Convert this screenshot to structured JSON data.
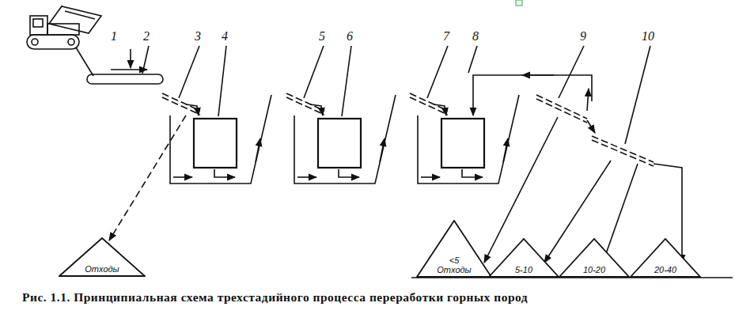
{
  "diagram": {
    "caption": "Рис. 1.1. Принципиальная схема трехстадийного процесса переработки горных пород",
    "nodes": [
      {
        "text": [
          "Отходы"
        ]
      },
      {
        "text": [
          "<5 Отходы"
        ]
      },
      {
        "text": [
          "5-10"
        ]
      },
      {
        "text": [
          "10-20"
        ]
      },
      {
        "text": [
          "20-40"
        ]
      }
    ],
    "labels": [
      "1",
      "2",
      "3",
      "4",
      "5",
      "6",
      "7",
      "8",
      "9",
      "10"
    ]
  }
}
